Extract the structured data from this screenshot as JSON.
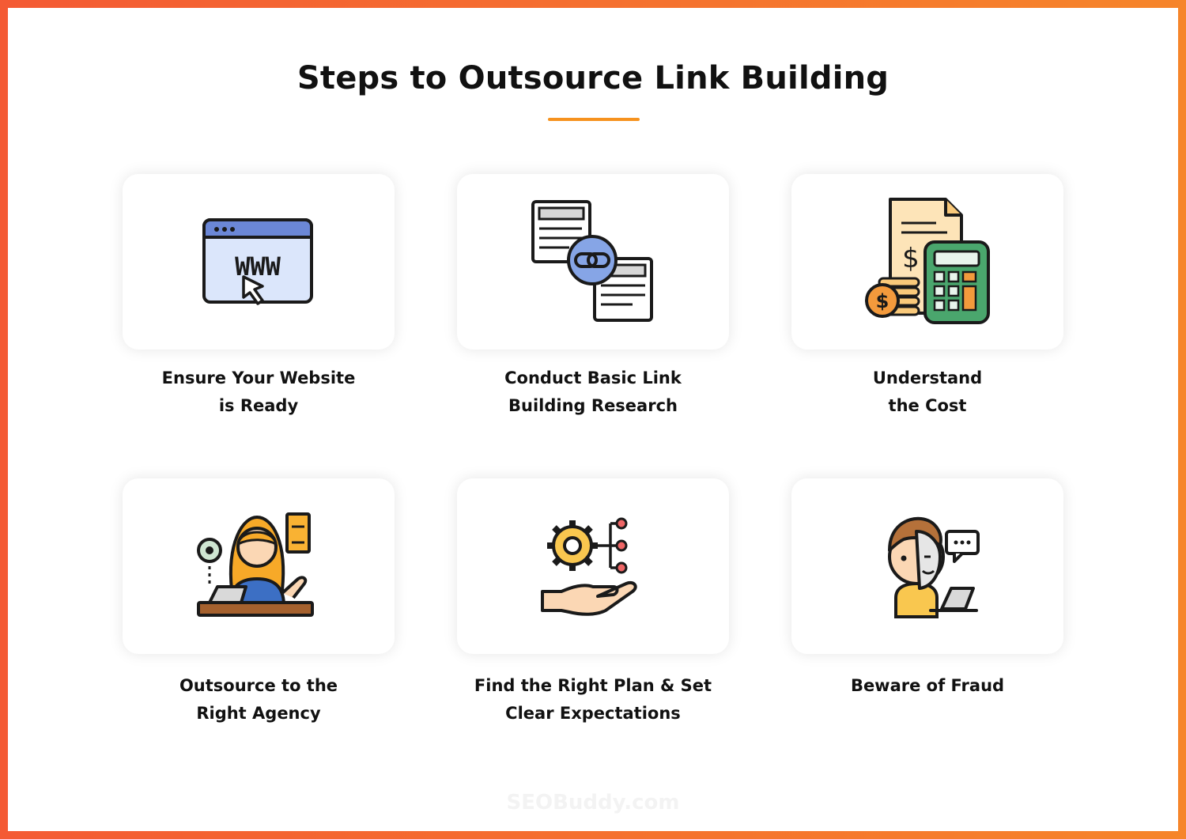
{
  "title": "Steps to Outsource Link Building",
  "accent_color": "#f6921e",
  "border_gradient": [
    "#f45a34",
    "#f6852a"
  ],
  "steps": [
    {
      "icon": "website-www-icon",
      "line1": "Ensure Your Website",
      "line2": "is Ready"
    },
    {
      "icon": "link-documents-icon",
      "line1": "Conduct Basic Link",
      "line2": "Building Research"
    },
    {
      "icon": "cost-calculator-icon",
      "line1": "Understand",
      "line2": "the Cost"
    },
    {
      "icon": "agency-agent-icon",
      "line1": "Outsource to the",
      "line2": "Right Agency"
    },
    {
      "icon": "plan-hand-gear-icon",
      "line1": "Find the Right Plan & Set",
      "line2": "Clear Expectations"
    },
    {
      "icon": "fraud-mask-icon",
      "line1": "Beware of Fraud",
      "line2": ""
    }
  ],
  "watermark": "SEOBuddy.com"
}
